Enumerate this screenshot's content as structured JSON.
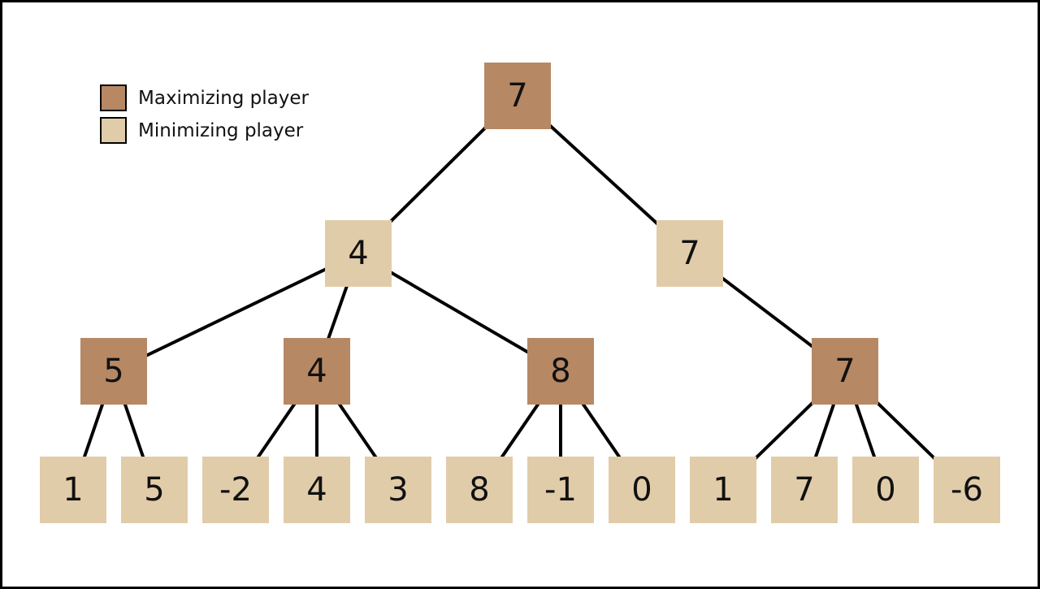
{
  "colors": {
    "max": "#b68864",
    "min": "#e1cca9",
    "edge": "#000000"
  },
  "legend": [
    {
      "label": "Maximizing player",
      "type": "max"
    },
    {
      "label": "Minimizing player",
      "type": "min"
    }
  ],
  "tree": [
    {
      "id": "root",
      "type": "max",
      "value": "7"
    },
    {
      "id": "l1a",
      "type": "min",
      "value": "4",
      "parent": "root"
    },
    {
      "id": "l1b",
      "type": "min",
      "value": "7",
      "parent": "root"
    },
    {
      "id": "l2a",
      "type": "max",
      "value": "5",
      "parent": "l1a"
    },
    {
      "id": "l2b",
      "type": "max",
      "value": "4",
      "parent": "l1a"
    },
    {
      "id": "l2c",
      "type": "max",
      "value": "8",
      "parent": "l1a"
    },
    {
      "id": "l2d",
      "type": "max",
      "value": "7",
      "parent": "l1b"
    },
    {
      "id": "f1",
      "type": "min",
      "value": "1",
      "parent": "l2a"
    },
    {
      "id": "f2",
      "type": "min",
      "value": "5",
      "parent": "l2a"
    },
    {
      "id": "f3",
      "type": "min",
      "value": "-2",
      "parent": "l2b"
    },
    {
      "id": "f4",
      "type": "min",
      "value": "4",
      "parent": "l2b"
    },
    {
      "id": "f5",
      "type": "min",
      "value": "3",
      "parent": "l2b"
    },
    {
      "id": "f6",
      "type": "min",
      "value": "8",
      "parent": "l2c"
    },
    {
      "id": "f7",
      "type": "min",
      "value": "-1",
      "parent": "l2c"
    },
    {
      "id": "f8",
      "type": "min",
      "value": "0",
      "parent": "l2c"
    },
    {
      "id": "f9",
      "type": "min",
      "value": "1",
      "parent": "l2d"
    },
    {
      "id": "f10",
      "type": "min",
      "value": "7",
      "parent": "l2d"
    },
    {
      "id": "f11",
      "type": "min",
      "value": "0",
      "parent": "l2d"
    },
    {
      "id": "f12",
      "type": "min",
      "value": "-6",
      "parent": "l2d"
    }
  ]
}
